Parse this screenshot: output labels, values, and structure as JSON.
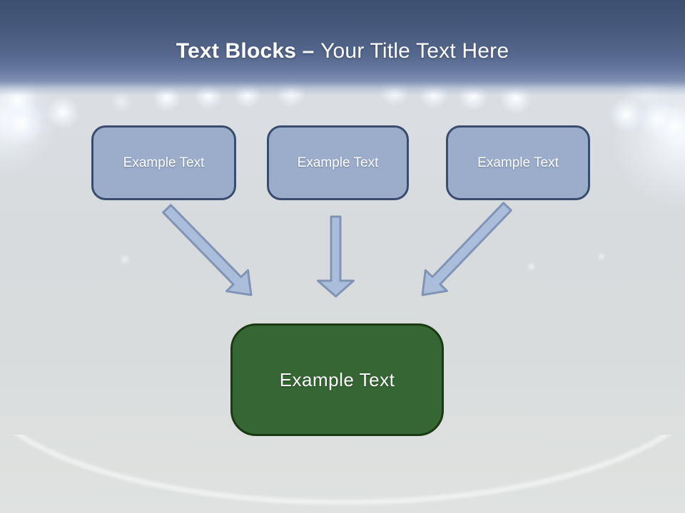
{
  "slide": {
    "title": {
      "bold": "Text Blocks",
      "separator": " – ",
      "regular": "Your Title Text Here"
    },
    "blocks": [
      {
        "label": "Example Text"
      },
      {
        "label": "Example Text"
      },
      {
        "label": "Example Text"
      }
    ],
    "result_block": {
      "label": "Example Text"
    },
    "colors": {
      "banner_top": "#3C4F70",
      "banner_bottom": "#8191B3",
      "block_fill": "#9CADCC",
      "block_border": "#3A4C6E",
      "result_fill": "#356633",
      "result_border": "#1B3A14",
      "arrow_fill": "#AABDDB",
      "arrow_stroke": "#8294B6",
      "title_text": "#FFFFFF",
      "background": "#D9DCDD"
    }
  }
}
